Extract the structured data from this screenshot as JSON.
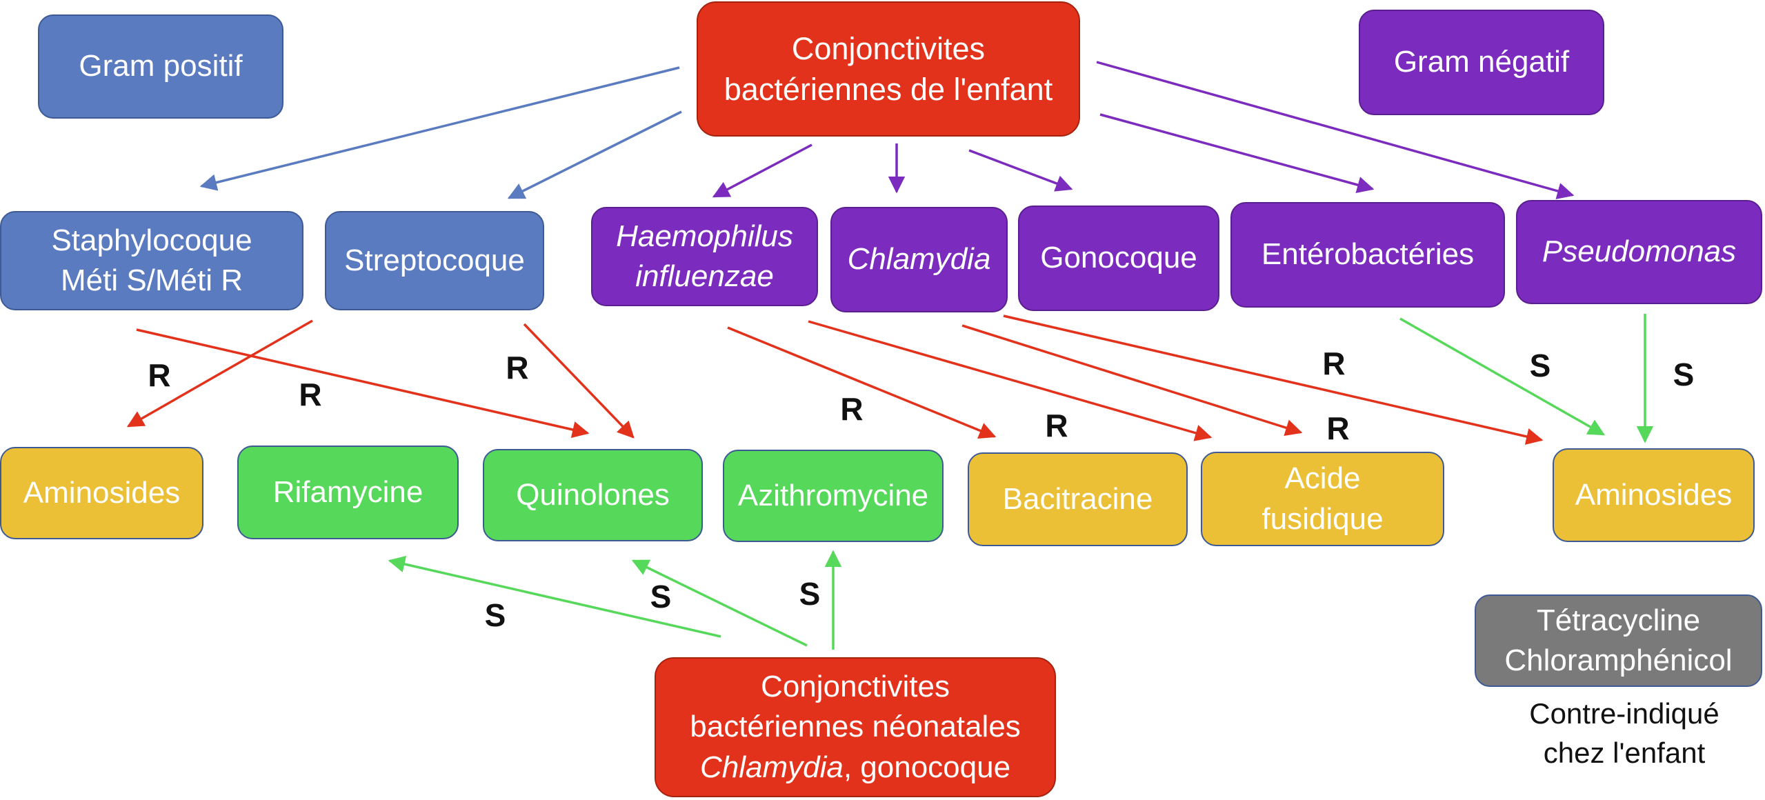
{
  "title_node": {
    "line1": "Conjonctivites",
    "line2": "bactériennes de l'enfant"
  },
  "group_labels": {
    "gram_positive": "Gram positif",
    "gram_negative": "Gram négatif"
  },
  "bacteria": {
    "staphylocoque": {
      "line1": "Staphylocoque",
      "line2": "Méti S/Méti R"
    },
    "streptocoque": "Streptocoque",
    "haemophilus": {
      "line1": "Haemophilus",
      "line2": "influenzae"
    },
    "chlamydia": "Chlamydia",
    "gonocoque": "Gonocoque",
    "enterobacteries": "Entérobactéries",
    "pseudomonas": "Pseudomonas"
  },
  "antibiotics": {
    "aminosides_left": "Aminosides",
    "rifamycine": "Rifamycine",
    "quinolones": "Quinolones",
    "azithromycine": "Azithromycine",
    "bacitracine": "Bacitracine",
    "acide_fusidique": {
      "line1": "Acide",
      "line2": "fusidique"
    },
    "aminosides_right": "Aminosides"
  },
  "neonatal_node": {
    "line1": "Conjonctivites",
    "line2": "bactériennes néonatales",
    "line3_italic": "Chlamydia",
    "line3_rest": ", gonocoque"
  },
  "contraindicated": {
    "box": {
      "line1": "Tétracycline",
      "line2": "Chloramphénicol"
    },
    "note": {
      "line1": "Contre-indiqué",
      "line2": "chez l'enfant"
    }
  },
  "edge_labels": {
    "resistant": "R",
    "sensitive": "S"
  },
  "colors": {
    "gram_positive": "#5b7bc0",
    "gram_negative": "#7b2cbe",
    "root": "#e3321c",
    "resistant_arrow": "#e3321c",
    "sensitive_arrow": "#56d85a",
    "inactive_antibiotic": "#ebc036",
    "active_antibiotic": "#56d85a",
    "contraindicated": "#7a7a7a"
  }
}
